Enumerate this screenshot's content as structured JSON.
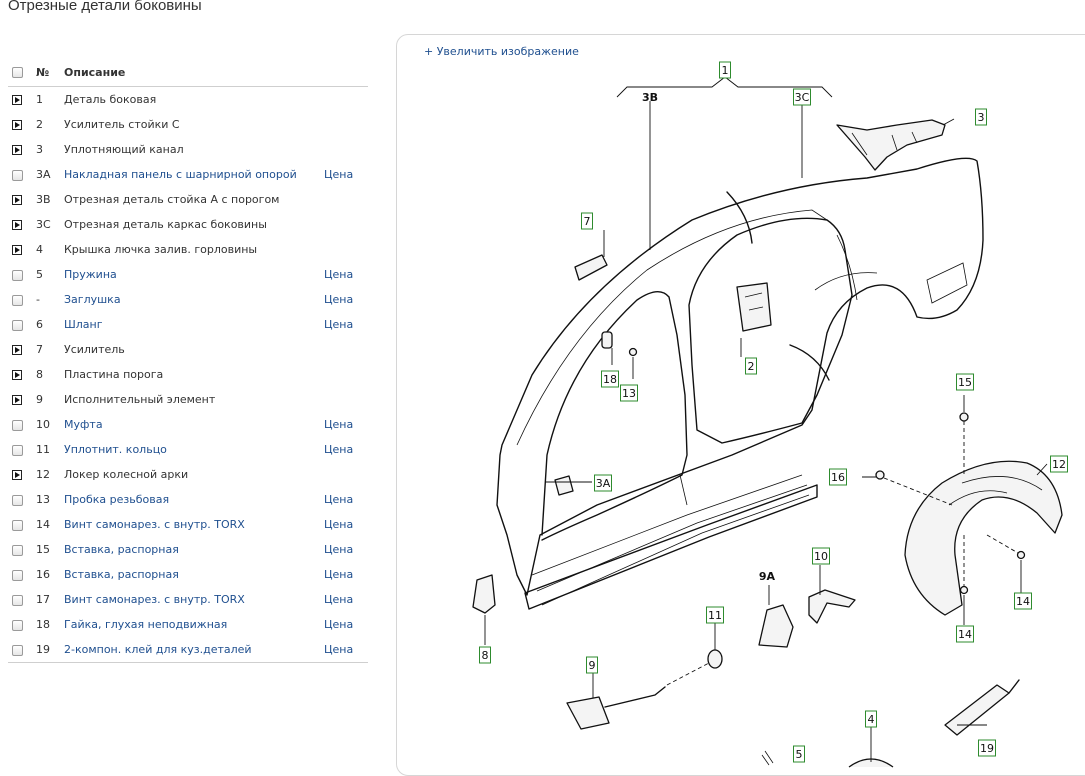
{
  "page": {
    "title": "Отрезные детали боковины"
  },
  "table": {
    "header": {
      "num": "№",
      "desc": "Описание"
    },
    "rows": [
      {
        "num": "1",
        "desc": "Деталь боковая",
        "price": "",
        "kind": "expand",
        "link": false
      },
      {
        "num": "2",
        "desc": "Усилитель стойки С",
        "price": "",
        "kind": "expand",
        "link": false
      },
      {
        "num": "3",
        "desc": "Уплотняющий канал",
        "price": "",
        "kind": "expand",
        "link": false
      },
      {
        "num": "3A",
        "desc": "Накладная панель с шарнирной опорой",
        "price": "Цена",
        "kind": "check",
        "link": true
      },
      {
        "num": "3B",
        "desc": "Отрезная деталь стойка А с порогом",
        "price": "",
        "kind": "expand",
        "link": false
      },
      {
        "num": "3C",
        "desc": "Отрезная деталь каркас боковины",
        "price": "",
        "kind": "expand",
        "link": false
      },
      {
        "num": "4",
        "desc": "Крышка лючка залив. горловины",
        "price": "",
        "kind": "expand",
        "link": false
      },
      {
        "num": "5",
        "desc": "Пружина",
        "price": "Цена",
        "kind": "check",
        "link": true
      },
      {
        "num": "-",
        "desc": "Заглушка",
        "price": "Цена",
        "kind": "check",
        "link": true
      },
      {
        "num": "6",
        "desc": "Шланг",
        "price": "Цена",
        "kind": "check",
        "link": true
      },
      {
        "num": "7",
        "desc": "Усилитель",
        "price": "",
        "kind": "expand",
        "link": false
      },
      {
        "num": "8",
        "desc": "Пластина порога",
        "price": "",
        "kind": "expand",
        "link": false
      },
      {
        "num": "9",
        "desc": "Исполнительный элемент",
        "price": "",
        "kind": "expand",
        "link": false
      },
      {
        "num": "10",
        "desc": "Муфта",
        "price": "Цена",
        "kind": "check",
        "link": true
      },
      {
        "num": "11",
        "desc": "Уплотнит. кольцо",
        "price": "Цена",
        "kind": "check",
        "link": true
      },
      {
        "num": "12",
        "desc": "Локер колесной арки",
        "price": "",
        "kind": "expand",
        "link": false
      },
      {
        "num": "13",
        "desc": "Пробка резьбовая",
        "price": "Цена",
        "kind": "check",
        "link": true
      },
      {
        "num": "14",
        "desc": "Винт самонарез. с внутр. TORX",
        "price": "Цена",
        "kind": "check",
        "link": true
      },
      {
        "num": "15",
        "desc": "Вставка, распорная",
        "price": "Цена",
        "kind": "check",
        "link": true
      },
      {
        "num": "16",
        "desc": "Вставка, распорная",
        "price": "Цена",
        "kind": "check",
        "link": true
      },
      {
        "num": "17",
        "desc": "Винт самонарез. с внутр. TORX",
        "price": "Цена",
        "kind": "check",
        "link": true
      },
      {
        "num": "18",
        "desc": "Гайка, глухая неподвижная",
        "price": "Цена",
        "kind": "check",
        "link": true
      },
      {
        "num": "19",
        "desc": "2-компон. клей для куз.деталей",
        "price": "Цена",
        "kind": "check",
        "link": true
      }
    ]
  },
  "diagram": {
    "zoom_link": "+ Увеличить изображение",
    "callouts": [
      "1",
      "3B",
      "3C",
      "3",
      "7",
      "2",
      "18",
      "13",
      "3A",
      "15",
      "12",
      "16",
      "10",
      "9A",
      "11",
      "9",
      "8",
      "14",
      "14",
      "4",
      "5",
      "19"
    ]
  }
}
